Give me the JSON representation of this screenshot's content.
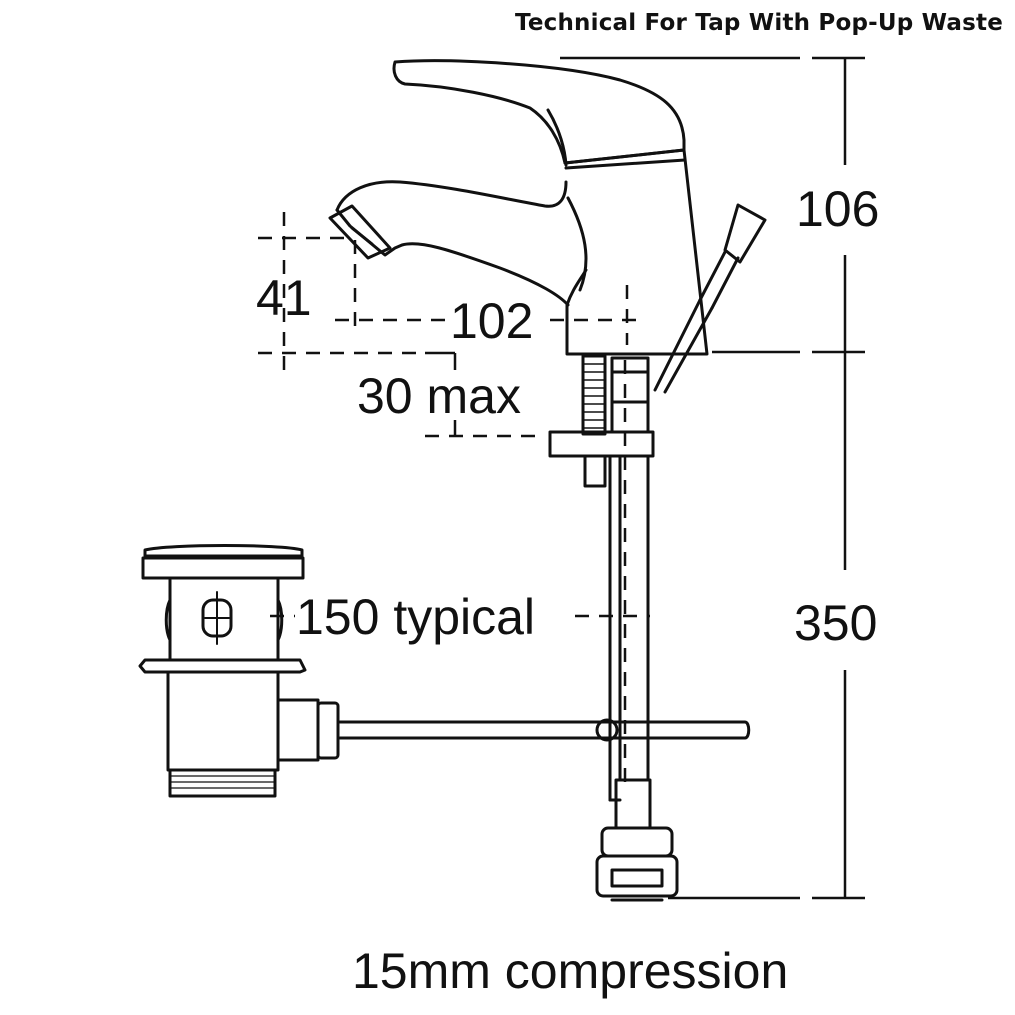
{
  "title": "Technical For Tap With Pop-Up Waste",
  "dimensions": {
    "overall_height_above": "106",
    "spout_height": "41",
    "spout_reach": "102",
    "deck_thickness": "30 max",
    "waste_distance": "150 typical",
    "tail_length": "350",
    "connection": "15mm compression"
  },
  "colors": {
    "line": "#111111",
    "background": "#ffffff"
  }
}
